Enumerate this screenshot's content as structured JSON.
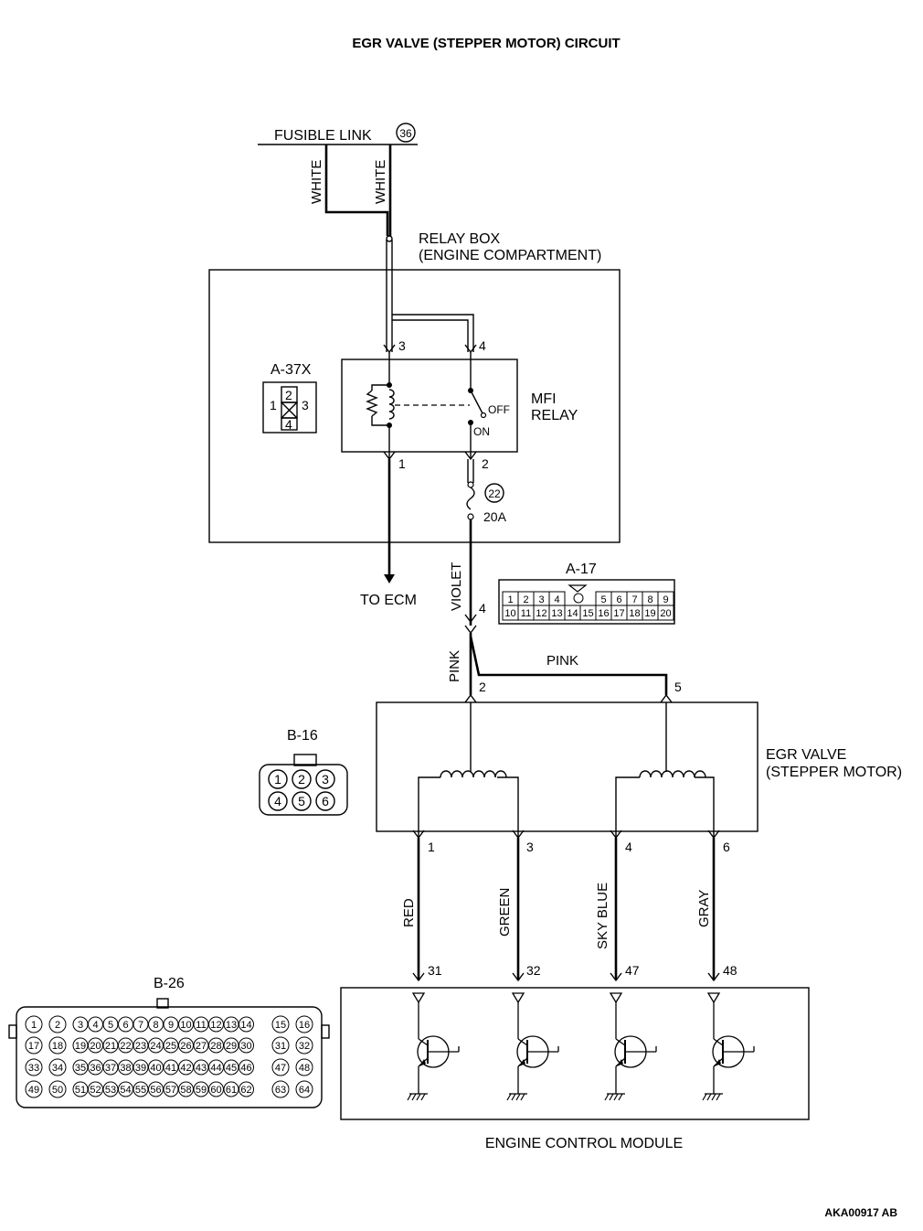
{
  "title": "EGR VALVE (STEPPER MOTOR) CIRCUIT",
  "fusible_link": {
    "label": "FUSIBLE LINK",
    "number": "36"
  },
  "wires": {
    "white_left": "WHITE",
    "white_right": "WHITE",
    "violet": "VIOLET",
    "pink_left": "PINK",
    "pink_right": "PINK",
    "red": "RED",
    "green": "GREEN",
    "sky_blue": "SKY BLUE",
    "gray": "GRAY"
  },
  "relay_box": {
    "line1": "RELAY BOX",
    "line2": "(ENGINE COMPARTMENT)"
  },
  "mfi_relay": {
    "line1": "MFI",
    "line2": "RELAY",
    "off": "OFF",
    "on": "ON",
    "pins": {
      "p3": "3",
      "p4": "4",
      "p1": "1",
      "p2": "2"
    }
  },
  "fuse": {
    "number": "22",
    "rating": "20A"
  },
  "to_ecm": "TO ECM",
  "connector_a37x": {
    "name": "A-37X",
    "pins": [
      "1",
      "2",
      "3",
      "4"
    ]
  },
  "connector_a17": {
    "name": "A-17",
    "row1": [
      "1",
      "2",
      "3",
      "4",
      "5",
      "6",
      "7",
      "8",
      "9"
    ],
    "row2": [
      "10",
      "11",
      "12",
      "13",
      "14",
      "15",
      "16",
      "17",
      "18",
      "19",
      "20"
    ]
  },
  "junction_pin": "4",
  "egr_valve": {
    "line1": "EGR VALVE",
    "line2": "(STEPPER MOTOR)",
    "pins": {
      "p2": "2",
      "p5": "5",
      "p1": "1",
      "p3": "3",
      "p4": "4",
      "p6": "6"
    }
  },
  "connector_b16": {
    "name": "B-16",
    "pins": [
      "1",
      "2",
      "3",
      "4",
      "5",
      "6"
    ]
  },
  "ecm": {
    "label": "ENGINE CONTROL MODULE",
    "pins": {
      "p31": "31",
      "p32": "32",
      "p47": "47",
      "p48": "48"
    }
  },
  "connector_b26": {
    "name": "B-26",
    "pins": [
      "1",
      "2",
      "3",
      "4",
      "5",
      "6",
      "7",
      "8",
      "9",
      "10",
      "11",
      "12",
      "13",
      "14",
      "15",
      "16",
      "17",
      "18",
      "19",
      "20",
      "21",
      "22",
      "23",
      "24",
      "25",
      "26",
      "27",
      "28",
      "29",
      "30",
      "31",
      "32",
      "33",
      "34",
      "35",
      "36",
      "37",
      "38",
      "39",
      "40",
      "41",
      "42",
      "43",
      "44",
      "45",
      "46",
      "47",
      "48",
      "49",
      "50",
      "51",
      "52",
      "53",
      "54",
      "55",
      "56",
      "57",
      "58",
      "59",
      "60",
      "61",
      "62",
      "63",
      "64"
    ]
  },
  "figure_code": "AKA00917 AB"
}
